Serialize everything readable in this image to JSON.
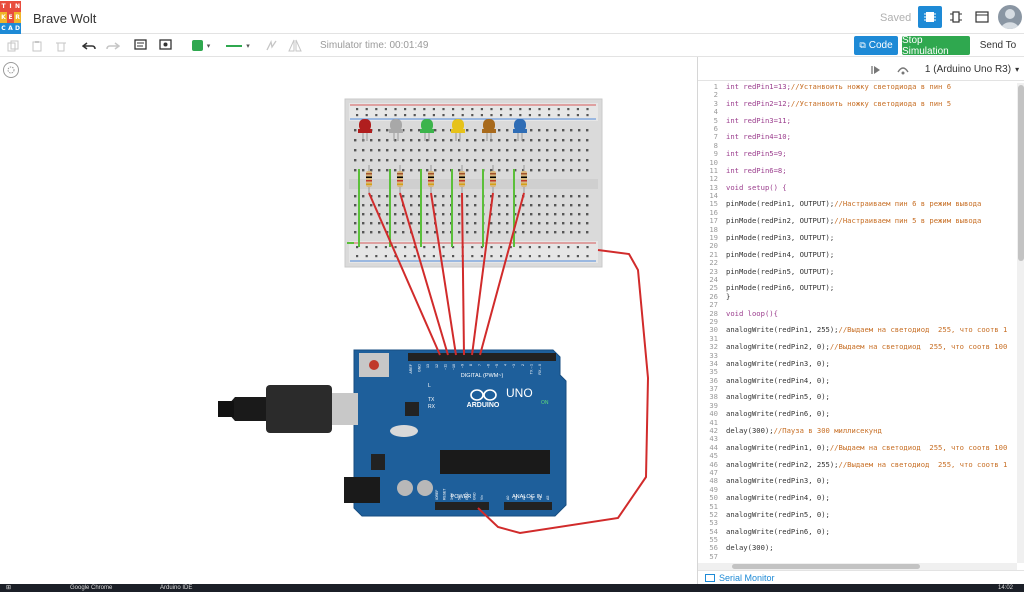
{
  "app": {
    "logo_letters": [
      "T",
      "I",
      "N",
      "K",
      "E",
      "R",
      "C",
      "A",
      "D"
    ],
    "logo_colors": [
      "#e84c3d",
      "#e84c3d",
      "#e84c3d",
      "#f0b429",
      "#e84c3d",
      "#f0b429",
      "#1e8ad6",
      "#1e8ad6",
      "#1e8ad6"
    ],
    "title": "Brave Wolt",
    "saved_label": "Saved"
  },
  "toolbar": {
    "sim_time": "Simulator time: 00:01:49",
    "code_label": "Code",
    "start_sim_label": "Stop Simulation",
    "send_to_label": "Send To",
    "fill_color": "#2fa84f",
    "wire_color": "#2fa84f"
  },
  "code_panel": {
    "device": "1 (Arduino Uno R3)",
    "serial_monitor_label": "Serial Monitor",
    "lines": [
      {
        "n": "1",
        "code": "int redPin1=13;",
        "comment": "//Устанвоить ножку светодиода в пин 6"
      },
      {
        "n": "2",
        "code": "",
        "comment": ""
      },
      {
        "n": "3",
        "code": "int redPin2=12;",
        "comment": "//Устанвоить ножку светодиода в пин 5"
      },
      {
        "n": "4",
        "code": "",
        "comment": ""
      },
      {
        "n": "5",
        "code": "int redPin3=11;",
        "comment": ""
      },
      {
        "n": "6",
        "code": "",
        "comment": ""
      },
      {
        "n": "7",
        "code": "int redPin4=10;",
        "comment": ""
      },
      {
        "n": "8",
        "code": "",
        "comment": ""
      },
      {
        "n": "9",
        "code": "int redPin5=9;",
        "comment": ""
      },
      {
        "n": "10",
        "code": "",
        "comment": ""
      },
      {
        "n": "11",
        "code": "int redPin6=8;",
        "comment": ""
      },
      {
        "n": "12",
        "code": "",
        "comment": ""
      },
      {
        "n": "13",
        "code": "void setup() {",
        "comment": ""
      },
      {
        "n": "14",
        "code": "",
        "comment": ""
      },
      {
        "n": "15",
        "code": "pinMode(redPin1, OUTPUT);",
        "comment": "//Настраиваем пин 6 в режим вывода"
      },
      {
        "n": "16",
        "code": "",
        "comment": ""
      },
      {
        "n": "17",
        "code": "pinMode(redPin2, OUTPUT);",
        "comment": "//Настраиваем пин 5 в режим вывода"
      },
      {
        "n": "18",
        "code": "",
        "comment": ""
      },
      {
        "n": "19",
        "code": "pinMode(redPin3, OUTPUT);",
        "comment": ""
      },
      {
        "n": "20",
        "code": "",
        "comment": ""
      },
      {
        "n": "21",
        "code": "pinMode(redPin4, OUTPUT);",
        "comment": ""
      },
      {
        "n": "22",
        "code": "",
        "comment": ""
      },
      {
        "n": "23",
        "code": "pinMode(redPin5, OUTPUT);",
        "comment": ""
      },
      {
        "n": "24",
        "code": "",
        "comment": ""
      },
      {
        "n": "25",
        "code": "pinMode(redPin6, OUTPUT);",
        "comment": ""
      },
      {
        "n": "26",
        "code": "}",
        "comment": ""
      },
      {
        "n": "27",
        "code": "",
        "comment": ""
      },
      {
        "n": "28",
        "code": "void loop(){",
        "comment": ""
      },
      {
        "n": "29",
        "code": "",
        "comment": ""
      },
      {
        "n": "30",
        "code": "analogWrite(redPin1, 255);",
        "comment": "//Выдаем на светодиод  255, что соотв 1"
      },
      {
        "n": "31",
        "code": "",
        "comment": ""
      },
      {
        "n": "32",
        "code": "analogWrite(redPin2, 0);",
        "comment": "//Выдаем на светодиод  255, что соотв 100"
      },
      {
        "n": "33",
        "code": "",
        "comment": ""
      },
      {
        "n": "34",
        "code": "analogWrite(redPin3, 0);",
        "comment": ""
      },
      {
        "n": "35",
        "code": "",
        "comment": ""
      },
      {
        "n": "36",
        "code": "analogWrite(redPin4, 0);",
        "comment": ""
      },
      {
        "n": "37",
        "code": "",
        "comment": ""
      },
      {
        "n": "38",
        "code": "analogWrite(redPin5, 0);",
        "comment": ""
      },
      {
        "n": "39",
        "code": "",
        "comment": ""
      },
      {
        "n": "40",
        "code": "analogWrite(redPin6, 0);",
        "comment": ""
      },
      {
        "n": "41",
        "code": "",
        "comment": ""
      },
      {
        "n": "42",
        "code": "delay(300);",
        "comment": "//Пауза в 300 миллисекунд"
      },
      {
        "n": "43",
        "code": "",
        "comment": ""
      },
      {
        "n": "44",
        "code": "analogWrite(redPin1, 0);",
        "comment": "//Выдаем на светодиод  255, что соотв 100"
      },
      {
        "n": "45",
        "code": "",
        "comment": ""
      },
      {
        "n": "46",
        "code": "analogWrite(redPin2, 255);",
        "comment": "//Выдаем на светодиод  255, что соотв 1"
      },
      {
        "n": "47",
        "code": "",
        "comment": ""
      },
      {
        "n": "48",
        "code": "analogWrite(redPin3, 0);",
        "comment": ""
      },
      {
        "n": "49",
        "code": "",
        "comment": ""
      },
      {
        "n": "50",
        "code": "analogWrite(redPin4, 0);",
        "comment": ""
      },
      {
        "n": "51",
        "code": "",
        "comment": ""
      },
      {
        "n": "52",
        "code": "analogWrite(redPin5, 0);",
        "comment": ""
      },
      {
        "n": "53",
        "code": "",
        "comment": ""
      },
      {
        "n": "54",
        "code": "analogWrite(redPin6, 0);",
        "comment": ""
      },
      {
        "n": "55",
        "code": "",
        "comment": ""
      },
      {
        "n": "56",
        "code": "delay(300);",
        "comment": ""
      },
      {
        "n": "57",
        "code": "",
        "comment": ""
      }
    ]
  },
  "circuit": {
    "led_colors": [
      "#b01e1e",
      "#a8a8a8",
      "#3cb44b",
      "#e6c21a",
      "#a86a1c",
      "#2f6db5"
    ],
    "wire_color": "#d12b2b",
    "board": {
      "brand": "ARDUINO",
      "model": "UNO",
      "digital_label": "DIGITAL (PWM~)",
      "power_label": "POWER",
      "analog_label": "ANALOG IN",
      "on_label": "ON",
      "l_label": "L",
      "tx_label": "TX",
      "rx_label": "RX",
      "top_pins": [
        "AREF",
        "GND",
        "13",
        "12",
        "~11",
        "~10",
        "~9",
        "8",
        "7",
        "~6",
        "~5",
        "4",
        "~3",
        "2",
        "TX→1",
        "RX←0"
      ],
      "power_pins": [
        "IOREF",
        "RESET",
        "3.3V",
        "5V",
        "GND",
        "GND",
        "Vin"
      ],
      "analog_pins": [
        "A0",
        "A1",
        "A2",
        "A3",
        "A4",
        "A5"
      ]
    }
  },
  "taskbar": {
    "item1": "Google Chrome",
    "item2": "Arduino IDE",
    "clock": "14:02"
  }
}
